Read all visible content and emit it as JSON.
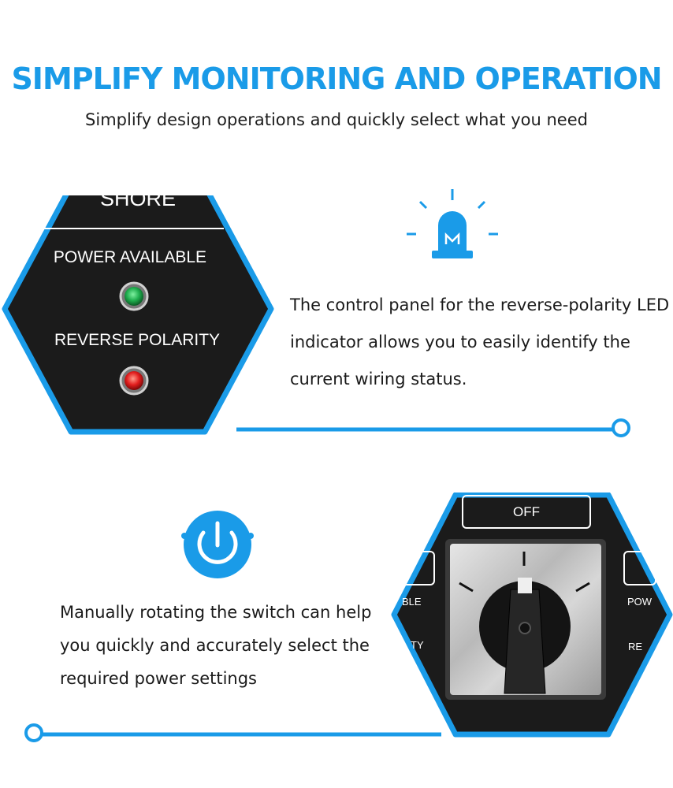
{
  "header": {
    "title": "SIMPLIFY MONITORING AND OPERATION",
    "subtitle": "Simplify design operations and quickly select what you need"
  },
  "panel_indicator": {
    "top_label": "SHORE",
    "power_label": "POWER AVAILABLE",
    "polarity_label": "REVERSE POLARITY",
    "description": "The control panel for the reverse-polarity LED indicator allows you to easily identify the current wiring status."
  },
  "panel_switch": {
    "off_label": "OFF",
    "left_label_top": "BLE",
    "left_label_bottom": "TY",
    "right_label_top": "POW",
    "right_label_bottom": "RE",
    "description": "Manually rotating the switch can help you quickly and accurately select the required power settings"
  },
  "icons": [
    "beacon-light-icon",
    "power-button-icon"
  ],
  "colors": {
    "accent": "#1a9be8",
    "panel": "#1b1b1b",
    "led_green": "#1fae4e",
    "led_red": "#e31e1e"
  }
}
